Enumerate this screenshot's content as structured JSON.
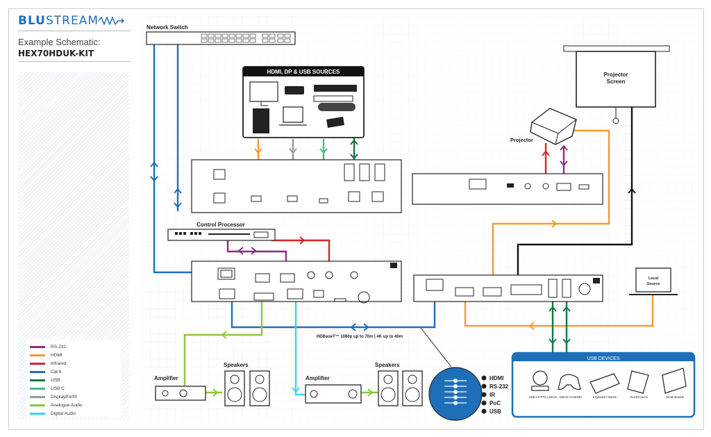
{
  "brand": {
    "name_bold": "BLU",
    "name_thin": "STREAM"
  },
  "header": {
    "subtitle": "Example Schematic:",
    "kit": "HEX70HDUK-KIT"
  },
  "labels": {
    "network_switch": "Network Switch",
    "sources_title": "HDMI, DP & USB SOURCES",
    "projector": "Projector",
    "projector_screen_line1": "Projector",
    "projector_screen_line2": "Screen",
    "control_processor": "Control Processor",
    "amplifier": "Amplifier",
    "speakers": "Speakers",
    "hdbaset_note": "HDBaseT™ 1080p up to 70m | 4K up to 40m",
    "local_source_line1": "Local",
    "local_source_line2": "Source",
    "usb_devices_title": "USB DEVICES"
  },
  "usb_devices": [
    "USB 2.0 PTZ Camera",
    "Games Controller",
    "Keyboard / Mouse",
    "Touchscreens",
    "Smart Boards"
  ],
  "hdbaset_features": [
    "HDMI",
    "RS-232",
    "IR",
    "PoC",
    "USB"
  ],
  "legend": [
    {
      "label": "RS-232",
      "color": "#8b2f7c"
    },
    {
      "label": "HDMI",
      "color": "#f39b2f"
    },
    {
      "label": "Infrared",
      "color": "#d9222a"
    },
    {
      "label": "Cat 6",
      "color": "#1e6fb8"
    },
    {
      "label": "USB",
      "color": "#0f7a3d"
    },
    {
      "label": "USB C",
      "color": "#3fbf7f"
    },
    {
      "label": "DisplayPort®",
      "color": "#999999"
    },
    {
      "label": "Analogue Audio",
      "color": "#8cc63f"
    },
    {
      "label": "Digital Audio",
      "color": "#3fd0e8"
    }
  ],
  "colors": {
    "brand": "#1e6fb8",
    "panel_blue": "#1e6fb8",
    "cat6": "#1e6fb8",
    "hdmi": "#f39b2f",
    "rs232": "#8b2f7c",
    "ir": "#d9222a",
    "usb": "#0f7a3d"
  }
}
